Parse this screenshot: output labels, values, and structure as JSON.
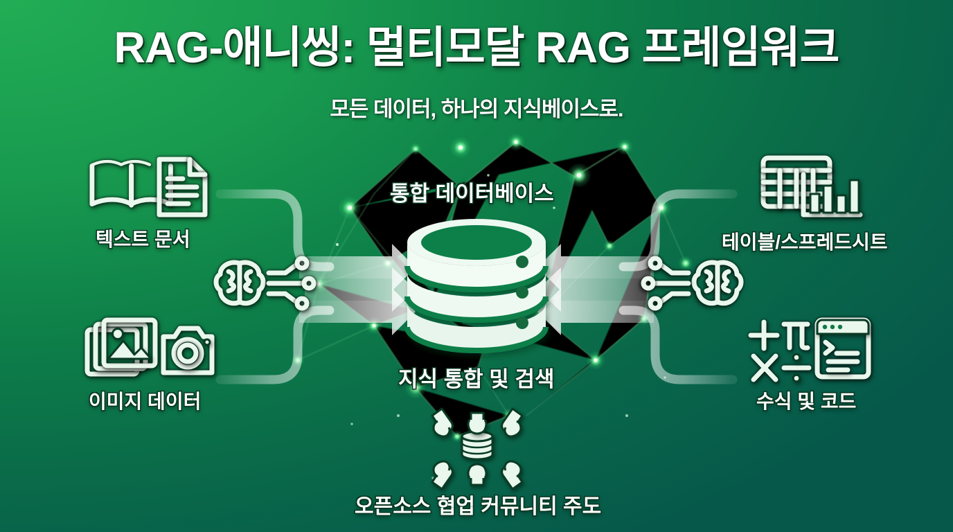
{
  "header": {
    "title": "RAG-애니씽: 멀티모달 RAG 프레임워크",
    "subtitle": "모든 데이터, 하나의 지식베이스로."
  },
  "theme": {
    "bg_start": "#1bab4e",
    "bg_end": "#065f4c",
    "icon_color": "#e9f7ec",
    "text_color": "#ffffff",
    "glow_color": "#9cffb4"
  },
  "diagram": {
    "center": {
      "top_label": "통합 데이터베이스",
      "bottom_label": "지식 통합 및 검색",
      "icon": "database-cylinder-icon"
    },
    "inputs": [
      {
        "id": "text-documents",
        "label": "텍스트 문서",
        "position": "top-left",
        "icons": [
          "open-book-icon",
          "document-lines-icon"
        ]
      },
      {
        "id": "image-data",
        "label": "이미지 데이터",
        "position": "bottom-left",
        "icons": [
          "photo-stack-icon",
          "camera-icon"
        ]
      },
      {
        "id": "tables-spreadsheets",
        "label": "테이블/스프레드시트",
        "position": "top-right",
        "icons": [
          "spreadsheet-grid-icon",
          "bar-chart-icon"
        ]
      },
      {
        "id": "formulas-code",
        "label": "수식 및 코드",
        "position": "bottom-right",
        "icons": [
          "plus-icon",
          "pi-icon",
          "multiply-icon",
          "divide-icon",
          "code-terminal-icon"
        ]
      }
    ],
    "processors": [
      {
        "id": "ai-left",
        "icon": "brain-circuit-icon",
        "position": "left"
      },
      {
        "id": "ai-right",
        "icon": "brain-circuit-icon",
        "position": "right"
      }
    ],
    "footer": {
      "label": "오픈소스 협업 커뮤니티 주도",
      "icon": "collaboration-hands-icon"
    },
    "flow_arrows": {
      "left_direction": "right",
      "right_direction": "left",
      "count_per_side": 3
    }
  }
}
